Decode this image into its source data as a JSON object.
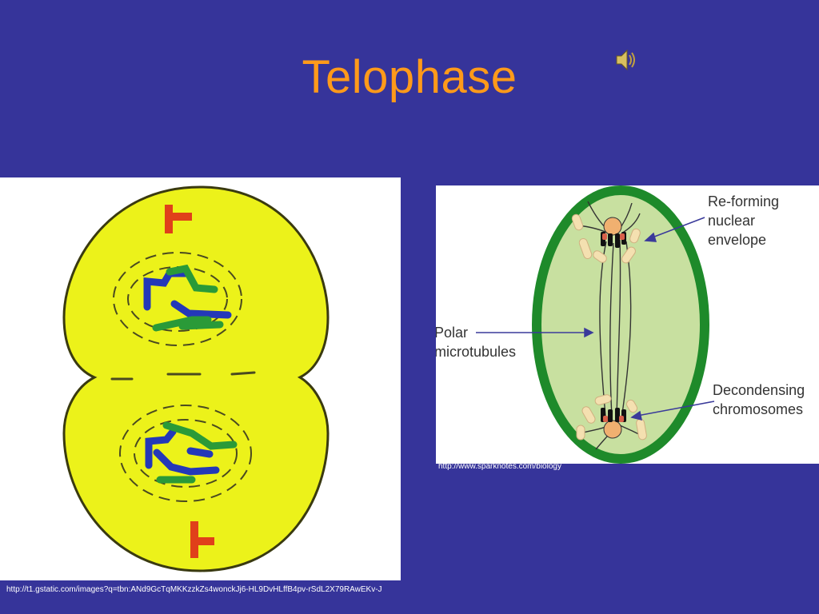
{
  "slide": {
    "title": "Telophase",
    "speaker_icon": "speaker-icon"
  },
  "right_diagram": {
    "label_reforming": "Re-forming\nnuclear\nenvelope",
    "label_polar": "Polar\nmicrotubules",
    "label_decondensing": "Decondensing\nchromosomes",
    "source": "http://www.sparknotes.com/biology"
  },
  "left_diagram": {
    "source": "http://t1.gstatic.com/images?q=tbn:ANd9GcTqMKKzzkZs4wonckJj6-HL9DvHLffB4pv-rSdL2X79RAwEKv-J"
  },
  "colors": {
    "background": "#36349a",
    "title": "#ff9a1a",
    "cell_yellow": "#ecf21a",
    "chromosome_blue": "#2438b8",
    "chromosome_green": "#2a9a38",
    "centriole_red": "#e0401a",
    "cell_wall_green": "#1e8a2a",
    "cell_fill_green": "#c8e0a0"
  }
}
